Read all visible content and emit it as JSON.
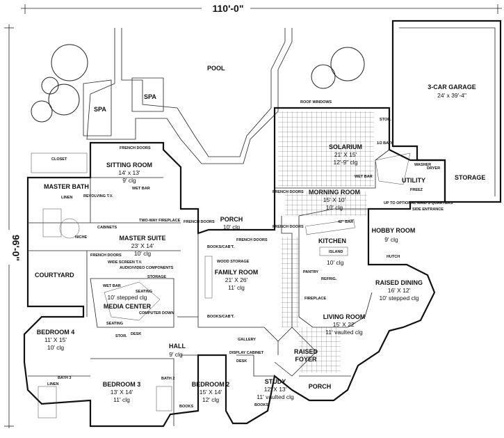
{
  "dimensions": {
    "width_label": "110'-0\"",
    "depth_label": "96'-0\""
  },
  "rooms": {
    "pool": "POOL",
    "spa1": "SPA",
    "spa2": "SPA",
    "garage": {
      "name": "3-CAR GARAGE",
      "size": "24' x 39'-4\""
    },
    "roof_windows": "ROOF WINDOWS",
    "stor_top": "STOR.",
    "solarium": {
      "name": "SOLARIUM",
      "size": "21' X 15'",
      "clg": "12'-9\" clg"
    },
    "half_bath": "1/2 BATH",
    "wet_bar_sol": "WET BAR",
    "utility": "UTILITY",
    "washer": "WASHER",
    "dryer": "DRYER",
    "freez": "FREEZ",
    "storage": "STORAGE",
    "closet": "CLOSET",
    "sitting": {
      "name": "SITTING ROOM",
      "size": "14' x 13'",
      "clg": "9' clg"
    },
    "french_doors_sit": "FRENCH DOORS",
    "master_bath": "MASTER BATH",
    "linen": "LINEN",
    "revolving_tv": "REVOLVING T.V.",
    "wet_bar_sit": "WET BAR",
    "two_way_fp": "TWO-WAY FIREPLACE",
    "cabinets": "CABINETS",
    "niche": "NICHE",
    "master_suite": {
      "name": "MASTER SUITE",
      "size": "23' X 14'",
      "clg": "10' clg"
    },
    "french_doors_ms": "FRENCH DOORS",
    "wide_screen": "WIDE SCREEN T.V.",
    "av_components": "AUDIO/VIDEO COMPONENTS",
    "storage_small": "STORAGE",
    "courtyard": "COURTYARD",
    "media": {
      "name": "MEDIA CENTER",
      "clg": "10' stepped clg"
    },
    "seating1": "SEATING",
    "seating2": "SEATING",
    "wet_bar_media": "WET BAR",
    "computer_down": "COMPUTER DOWN",
    "stor_media": "STOR.",
    "desk_media": "DESK",
    "bedroom4": {
      "name": "BEDROOM 4",
      "size": "11' X 15'",
      "clg": "10' clg"
    },
    "hall": {
      "name": "HALL",
      "clg": "9' clg"
    },
    "bath3": "BATH 3",
    "linen2": "LINEN",
    "bedroom3": {
      "name": "BEDROOM 3",
      "size": "13' X 14'",
      "clg": "11' clg"
    },
    "bath2": "BATH 2",
    "books1": "BOOKS",
    "bedroom2": {
      "name": "BEDROOM 2",
      "size": "15' X 14'",
      "clg": "12' clg"
    },
    "french_doors_porch": "FRENCH DOORS",
    "porch_mid": {
      "name": "PORCH",
      "clg": "10' clg"
    },
    "french_doors_fam": "FRENCH DOORS",
    "books_cab1": "BOOKS/CAB'T.",
    "wood_storage": "WOOD STORAGE",
    "family": {
      "name": "FAMILY ROOM",
      "size": "21' X 26'",
      "clg": "11' clg"
    },
    "books_cab2": "BOOKS/CAB'T.",
    "gallery": "GALLERY",
    "display_cabinet": "DISPLAY CABINET",
    "desk_study": "DESK",
    "study": {
      "name": "STUDY",
      "size": "12' X 13'",
      "clg": "11' vaulted clg"
    },
    "books2": "BOOKS",
    "french_doors_mr": "FRENCH DOORS",
    "morning": {
      "name": "MORNING ROOM",
      "size": "15' X 10'",
      "clg": "10' clg"
    },
    "french_doors_k": "FRENCH DOORS",
    "bar42": "42\" BAR",
    "kitchen": {
      "name": "KITCHEN",
      "clg": "10' clg"
    },
    "island": "ISLAND",
    "pantry": "PANTRY",
    "refrig": "REFRIG.",
    "fireplace": "FIREPLACE",
    "up_to_maids": "UP TO OPTIONAL MAID'S QUARTERS",
    "side_entrance": "SIDE ENTRANCE",
    "hobby": {
      "name": "HOBBY ROOM",
      "clg": "9' clg"
    },
    "hutch": "HUTCH",
    "raised_dining": {
      "name": "RAISED DINING",
      "size": "16' X 12'",
      "clg": "10' stepped clg"
    },
    "living": {
      "name": "LIVING ROOM",
      "size": "15' X 22'",
      "clg": "11' vaulted clg"
    },
    "raised_foyer": {
      "name": "RAISED",
      "name2": "FOYER"
    },
    "porch_front": "PORCH"
  }
}
